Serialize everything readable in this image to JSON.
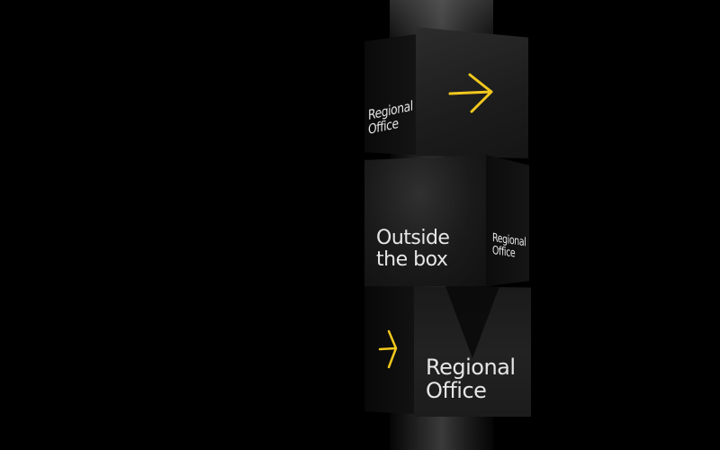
{
  "scene": {
    "top_cube": {
      "side_text_line1": "Regional",
      "side_text_line2": "Office",
      "front_icon": "arrow-right-icon"
    },
    "middle_cube": {
      "front_text_line1": "Outside",
      "front_text_line2": "the box",
      "side_text_line1": "Regional",
      "side_text_line2": "Office"
    },
    "bottom_cube": {
      "side_icon": "arrow-right-icon",
      "front_text_line1": "Regional",
      "front_text_line2": "Office"
    },
    "colors": {
      "background": "#000000",
      "cube": "#1e1e1e",
      "text": "#e6e6e6",
      "accent": "#f2c81e"
    }
  }
}
